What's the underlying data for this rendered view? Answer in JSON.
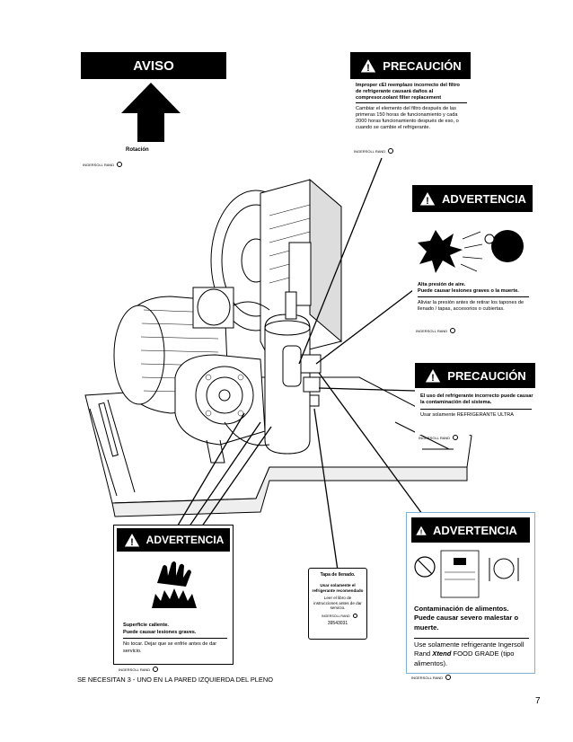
{
  "aviso": {
    "title": "AVISO",
    "caption": "Rotación",
    "brand": "INGERSOLL RAND"
  },
  "precaucion_filter": {
    "title": "PRECAUCIÓN",
    "bold_text": "Improper cEl reemplazo incorrecto del filtro de refrigerante causará daños al compresor.oolant filter replacement",
    "body_text": "Cambiar el elemento del filtro después de las primeras 150 horas de funcionamiento y cada 2000 horas funcionamiento después de eso, o cuando se cambie el refrigerante.",
    "brand": "INGERSOLL RAND"
  },
  "advertencia_pressure": {
    "title": "ADVERTENCIA",
    "bold_text": "Alta presión de aire.\nPuede causar lesiones graves o la muerte.",
    "body_text": "Aliviar la presión antes de retirar los tapones de llenado / tapas, accesorios o cubiertas.",
    "brand": "INGERSOLL RAND"
  },
  "precaucion_coolant": {
    "title": "PRECAUCIÓN",
    "bold_text": "El uso del refrigerante incorrecto puede causar la contaminación del sistema.",
    "body_text": "Usar solamente REFRIGERANTE ULTRA",
    "brand": "INGERSOLL RAND"
  },
  "advertencia_hot": {
    "title": "ADVERTENCIA",
    "bold_text": "Superficie caliente.\nPuede causar lesiones graves.",
    "body_text": "No tocar. Dejar que se enfríe antes de dar servicio.",
    "brand": "INGERSOLL RAND"
  },
  "fill_tag": {
    "title": "Tapa de llenado.",
    "line1": "Usar solamente el refrigerante recomendado",
    "line2": "Leer el libro de instrucciones antes de dar servicio.",
    "brand": "INGERSOLL RAND",
    "part_number": "39543031"
  },
  "advertencia_food": {
    "title": "ADVERTENCIA",
    "bold_text": "Contaminación de alimentos.\nPuede causar severo malestar o muerte.",
    "body_prefix": "Use solamente refrigerante Ingersoll Rand",
    "xtend_mark": "Xtend",
    "body_suffix": "FOOD GRADE (tipo alimentos).",
    "brand": "INGERSOLL RAND"
  },
  "footer_note": "SE NECESITAN 3 - UNO EN LA PARED IZQUIERDA DEL PLENO",
  "page_number": "7"
}
